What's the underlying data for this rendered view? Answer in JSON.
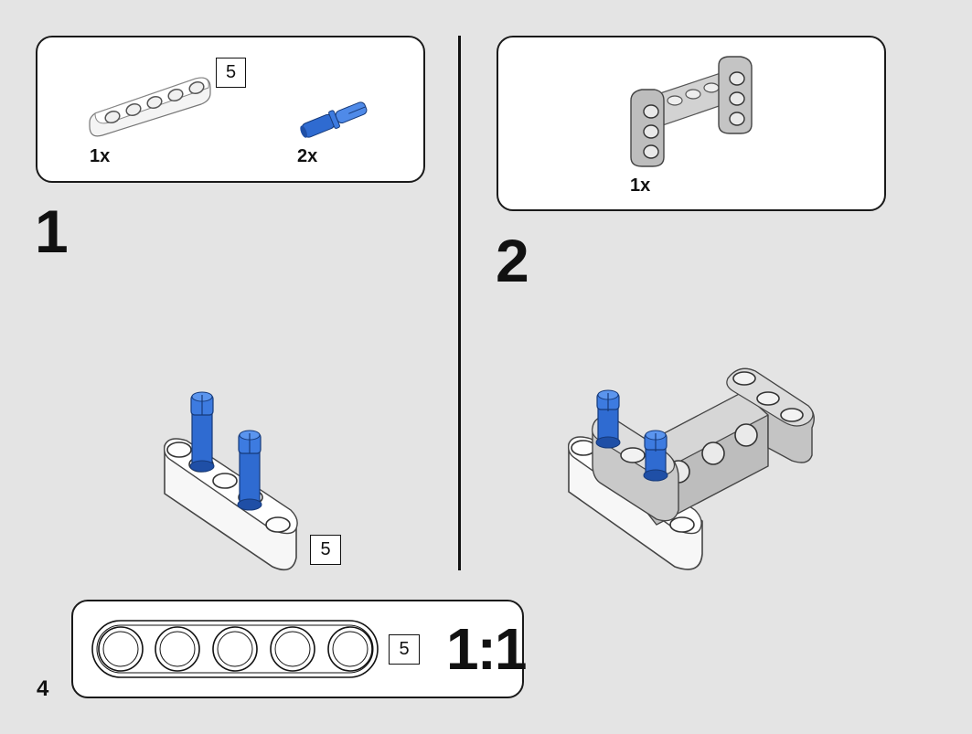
{
  "page_number": "4",
  "step1": {
    "number": "1",
    "parts": [
      {
        "name": "white beam 5",
        "quantity": "1x",
        "length": "5"
      },
      {
        "name": "blue pin",
        "quantity": "2x"
      }
    ],
    "result_length": "5"
  },
  "step2": {
    "number": "2",
    "parts": [
      {
        "name": "gray H-frame",
        "quantity": "1x"
      }
    ]
  },
  "ruler": {
    "length": "5",
    "scale": "1:1"
  },
  "colors": {
    "background": "#e4e4e4",
    "panel": "#ffffff",
    "pin_blue": "#2f6bd1",
    "beam_gray": "#c9c9c9"
  }
}
